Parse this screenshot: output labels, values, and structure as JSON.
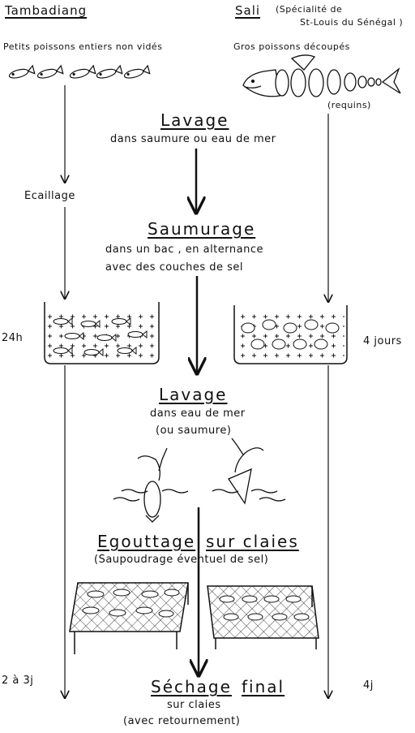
{
  "tambadiang": {
    "title": "Tambadiang",
    "subtitle": "Petits poissons entiers non vidés",
    "scaling": "Ecaillage",
    "brine_time": "24h",
    "dry_time": "2 à 3j"
  },
  "sali": {
    "title": "Sali",
    "note_line1": "(Spécialité de",
    "note_line2": "St-Louis du Sénégal )",
    "subtitle": "Gros poissons découpés",
    "shark_note": "(requins)",
    "brine_time": "4 jours",
    "dry_time": "4j"
  },
  "steps": {
    "wash1_title": "Lavage",
    "wash1_desc": "dans saumure ou eau de mer",
    "brining_title": "Saumurage",
    "brining_desc1": "dans un bac , en alternance",
    "brining_desc2": "avec des couches de sel",
    "wash2_title": "Lavage",
    "wash2_desc1": "dans eau de mer",
    "wash2_desc2": "(ou saumure)",
    "drain_title_a": "Egouttage",
    "drain_title_b": "sur claies",
    "drain_desc": "(Saupoudrage éventuel de sel)",
    "final_title_a": "Séchage",
    "final_title_b": "final",
    "final_desc1": "sur claies",
    "final_desc2": "(avec retournement)"
  }
}
